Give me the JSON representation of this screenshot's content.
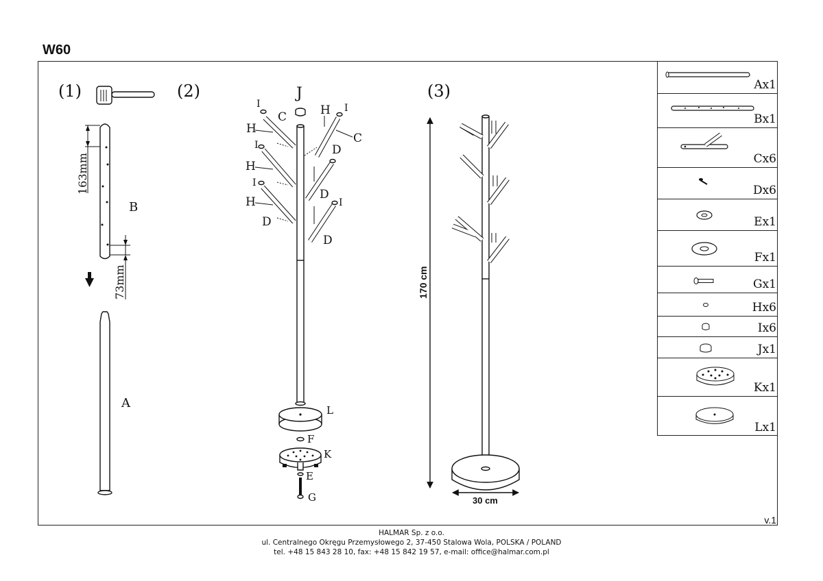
{
  "title": "W60",
  "steps": [
    "(1)",
    "(2)",
    "(3)"
  ],
  "step1": {
    "label_b": "B",
    "label_a": "A",
    "dim_top": "163mm",
    "dim_bottom": "73mm"
  },
  "step2": {
    "label_j": "J",
    "label_l": "L",
    "label_f": "F",
    "label_k": "K",
    "label_e": "E",
    "label_g": "G",
    "label_c": "C",
    "label_d": "D",
    "label_h": "H",
    "label_i": "I"
  },
  "step3": {
    "height_dim": "170 cm",
    "width_dim": "30 cm"
  },
  "parts": [
    {
      "label": "Ax1",
      "icon": "long-rod-icon"
    },
    {
      "label": "Bx1",
      "icon": "drilled-rod-icon"
    },
    {
      "label": "Cx6",
      "icon": "hook-arm-icon"
    },
    {
      "label": "Dx6",
      "icon": "screw-icon"
    },
    {
      "label": "Ex1",
      "icon": "small-washer-icon"
    },
    {
      "label": "Fx1",
      "icon": "large-washer-icon"
    },
    {
      "label": "Gx1",
      "icon": "bolt-icon"
    },
    {
      "label": "Hx6",
      "icon": "small-cap-icon"
    },
    {
      "label": "Ix6",
      "icon": "end-cap-icon"
    },
    {
      "label": "Jx1",
      "icon": "top-cap-icon"
    },
    {
      "label": "Kx1",
      "icon": "base-plate-icon"
    },
    {
      "label": "Lx1",
      "icon": "base-disc-icon"
    }
  ],
  "version": "v.1",
  "footer": {
    "line1": "HALMAR Sp. z o.o.",
    "line2": "ul. Centralnego Okręgu Przemysłowego 2, 37-450 Stalowa Wola, POLSKA / POLAND",
    "line3": "tel. +48 15 843 28 10, fax: +48 15 842 19 57, e-mail: office@halmar.com.pl"
  }
}
